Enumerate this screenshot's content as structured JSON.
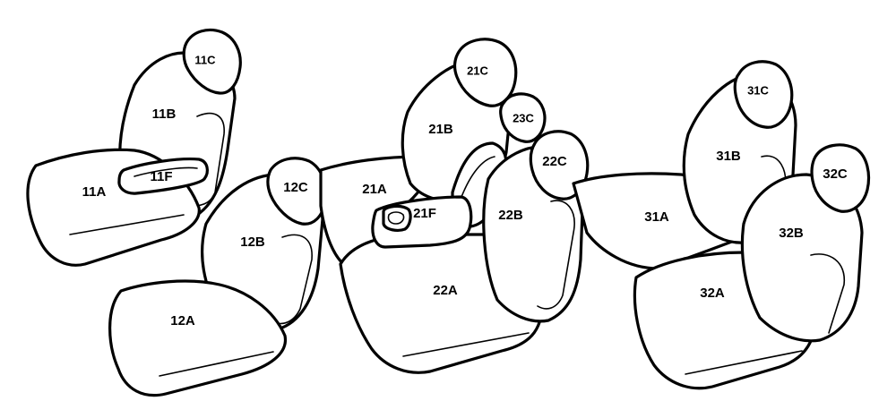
{
  "labels": {
    "s11A": "11A",
    "s11B": "11B",
    "s11C": "11C",
    "s11F": "11F",
    "s12A": "12A",
    "s12B": "12B",
    "s12C": "12C",
    "s21A": "21A",
    "s21B": "21B",
    "s21C": "21C",
    "s21F": "21F",
    "s22A": "22A",
    "s22B": "22B",
    "s22C": "22C",
    "s23C": "23C",
    "s31A": "31A",
    "s31B": "31B",
    "s31C": "31C",
    "s32A": "32A",
    "s32B": "32B",
    "s32C": "32C"
  }
}
